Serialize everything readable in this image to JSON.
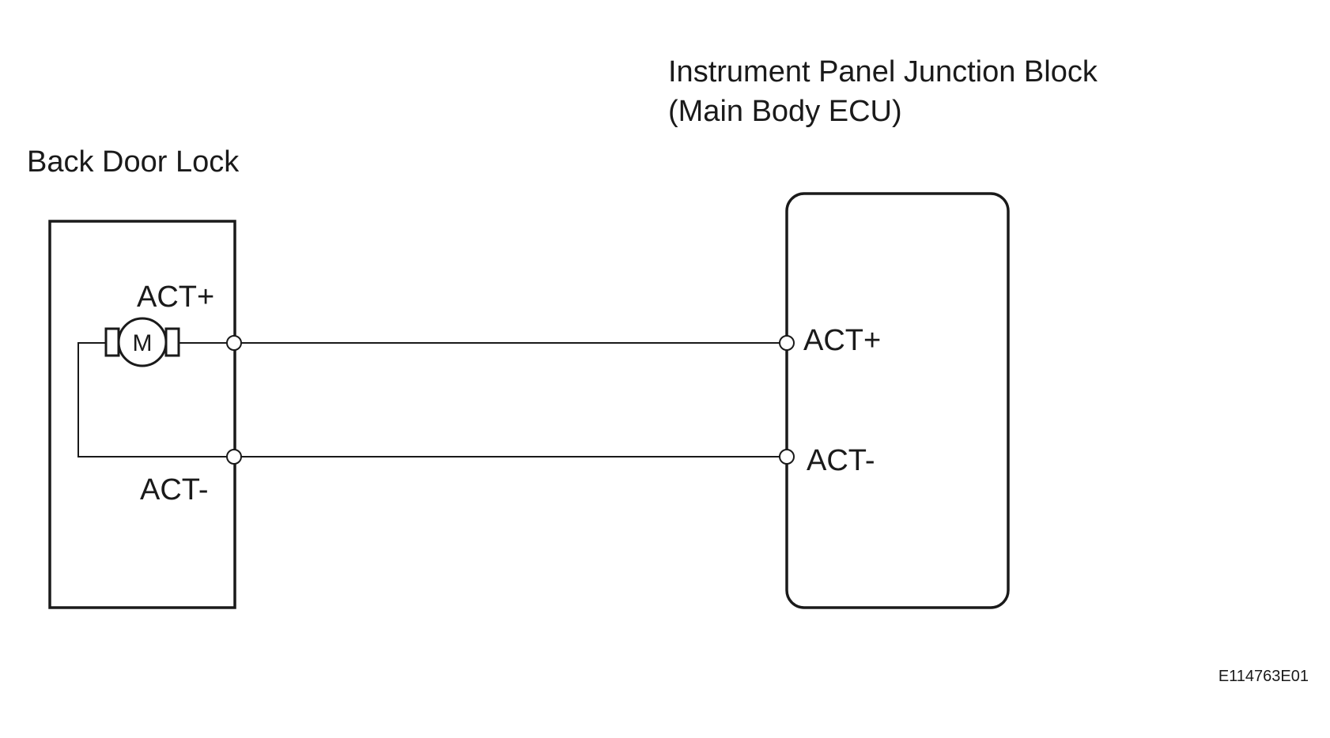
{
  "components": {
    "back_door_lock": {
      "title": "Back Door Lock",
      "motor_label": "M",
      "terminal_plus": "ACT+",
      "terminal_minus": "ACT-"
    },
    "junction_block": {
      "title_line1": "Instrument Panel Junction Block",
      "title_line2": "(Main Body ECU)",
      "terminal_plus": "ACT+",
      "terminal_minus": "ACT-"
    }
  },
  "connections": [
    {
      "from": "ACT+",
      "to": "ACT+"
    },
    {
      "from": "ACT-",
      "to": "ACT-"
    }
  ],
  "figure_code": "E114763E01"
}
